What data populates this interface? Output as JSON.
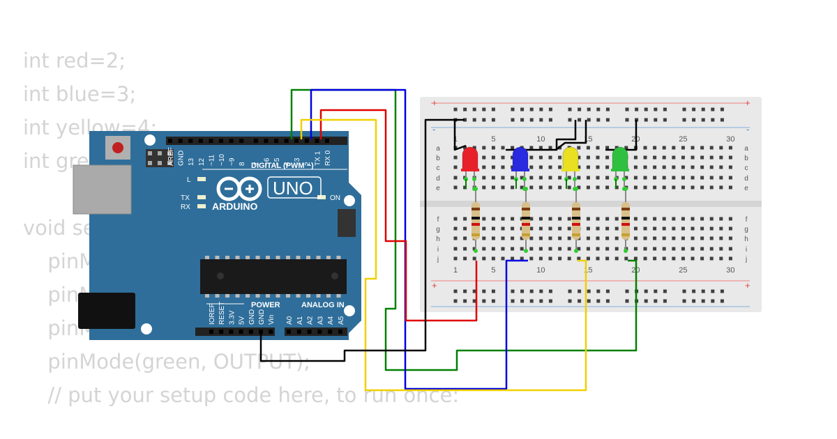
{
  "code_lines": [
    "int red=2;",
    "int blue=3;",
    "int yellow=4;",
    "int green=5;",
    "",
    "void setup() {",
    "  pinMode(red, OUTPUT);",
    "  pinMode(blue, OUTPUT);",
    "  pinMode(yellow, OUTPUT);",
    "  pinMode(green, OUTPUT);",
    "  // put your setup code here, to run once:"
  ],
  "arduino": {
    "brand": "ARDUINO",
    "model": "UNO",
    "digital_header": "DIGITAL (PWM ~)",
    "power_header": "POWER",
    "analog_header": "ANALOG IN",
    "led_l": "L",
    "led_tx": "TX",
    "led_rx": "RX",
    "led_on": "ON",
    "digital_pins": [
      "AREF",
      "GND",
      "13",
      "12",
      "~11",
      "~10",
      "~9",
      "8",
      "7",
      "~6",
      "~5",
      "4",
      "~3",
      "2",
      "TX 1",
      "RX 0"
    ],
    "power_pins": [
      "IOREF",
      "RESET",
      "3.3V",
      "5V",
      "GND",
      "GND",
      "Vin"
    ],
    "analog_pins": [
      "A0",
      "A1",
      "A2",
      "A3",
      "A4",
      "A5"
    ]
  },
  "breadboard": {
    "col_numbers": [
      "1",
      "5",
      "10",
      "15",
      "20",
      "25",
      "30"
    ],
    "row_letters_top": [
      "a",
      "b",
      "c",
      "d",
      "e"
    ],
    "row_letters_bottom": [
      "f",
      "g",
      "h",
      "i",
      "j"
    ],
    "rail_plus": "+",
    "rail_minus": "-"
  },
  "leds": [
    {
      "color": "red",
      "hex": "#e8202a"
    },
    {
      "color": "blue",
      "hex": "#2a2ae0"
    },
    {
      "color": "yellow",
      "hex": "#e8e020"
    },
    {
      "color": "green",
      "hex": "#30c040"
    }
  ],
  "wire_colors": {
    "red": "#e00000",
    "blue": "#0000e0",
    "yellow": "#f0d000",
    "green": "#008000",
    "black": "#000000"
  }
}
